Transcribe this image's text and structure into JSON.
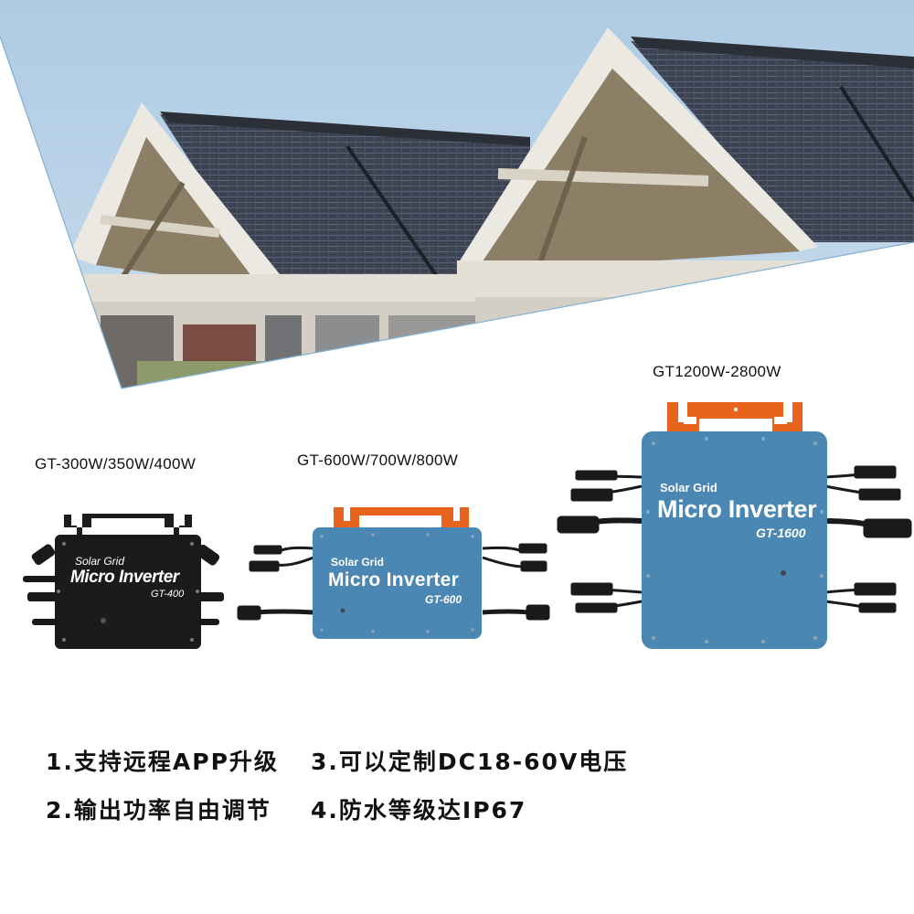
{
  "hero": {
    "description": "Rooftop solar panels on gabled houses",
    "colors": {
      "sky": "#b9d3e6",
      "panel": "#3a4250",
      "frame": "#e8e4dc",
      "gable_inner": "#8a7c62"
    }
  },
  "products": [
    {
      "range_label": "GT-300W/350W/400W",
      "brand_line": "Solar Grid",
      "title": "Micro Inverter",
      "model": "GT-400",
      "body_color": "#1a1a1a",
      "handle_color": "#1a1a1a"
    },
    {
      "range_label": "GT-600W/700W/800W",
      "brand_line": "Solar Grid",
      "title": "Micro Inverter",
      "model": "GT-600",
      "body_color": "#4a87b3",
      "handle_color": "#e8641e"
    },
    {
      "range_label": "GT1200W-2800W",
      "brand_line": "Solar Grid",
      "title": "Micro Inverter",
      "model": "GT-1600",
      "body_color": "#4a87b3",
      "handle_color": "#e8641e"
    }
  ],
  "features": [
    "1.支持远程APP升级",
    "2.输出功率自由调节",
    "3.可以定制DC18-60V电压",
    "4.防水等级达IP67"
  ]
}
